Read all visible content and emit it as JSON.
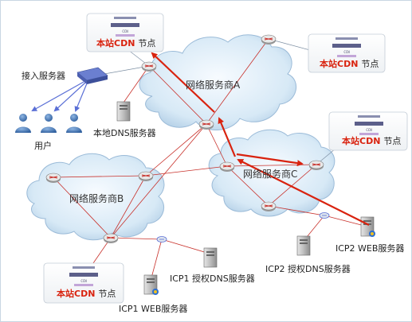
{
  "nodes": {
    "access_server": "接入服务器",
    "users": "用户",
    "local_dns": "本地DNS服务器",
    "isp_a": "网络服务商A",
    "isp_b": "网络服务商B",
    "isp_c": "网络服务商C",
    "icp1_dns": "ICP1 授权DNS服务器",
    "icp1_web": "ICP1 WEB服务器",
    "icp2_dns": "ICP2 授权DNS服务器",
    "icp2_web": "ICP2 WEB服务器"
  },
  "cdn_node": {
    "brand": "本站CDN",
    "suffix": "节点",
    "logo_text": "CCN"
  },
  "colors": {
    "flow_arrow": "#d9230f",
    "link_red": "#c8302a",
    "link_blue": "#5a6fd6",
    "cloud_fill": "#d7e9f6",
    "cdn_brand": "#d9230f"
  }
}
